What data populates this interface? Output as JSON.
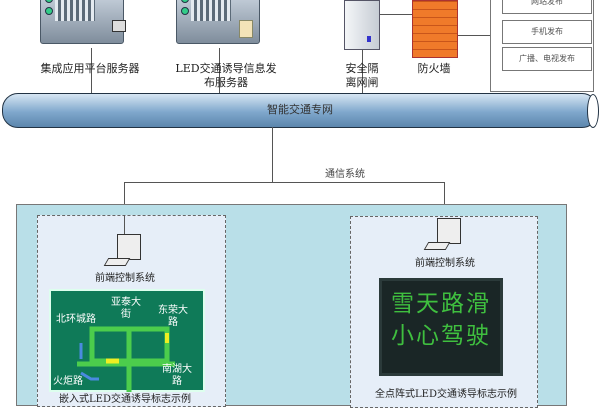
{
  "top": {
    "server1_label": "集成应用平台服务器",
    "server2_label": "LED交通诱导信息发布服务器",
    "gateway_label": "安全隔离网闸",
    "firewall_label": "防火墙",
    "publish_items": [
      "网站发布",
      "手机发布",
      "广播、电视发布"
    ]
  },
  "network": {
    "label": "智能交通专网"
  },
  "comm": {
    "label": "通信系统"
  },
  "left_panel": {
    "control_label": "前端控制系统",
    "sign_roads": [
      "亚泰大街",
      "东荣大路",
      "北环城路",
      "南湖大路",
      "火炬路"
    ],
    "caption": "嵌入式LED交通诱导标志示例"
  },
  "right_panel": {
    "control_label": "前端控制系统",
    "sign_lines": [
      "雪天路滑",
      "小心驾驶"
    ],
    "caption": "全点阵式LED交通诱导标志示例"
  },
  "colors": {
    "pipe": "#7fa7cc",
    "field_area": "#b9dfe8",
    "sign_green": "#0f7a58",
    "led_text": "#3fbf3f"
  }
}
